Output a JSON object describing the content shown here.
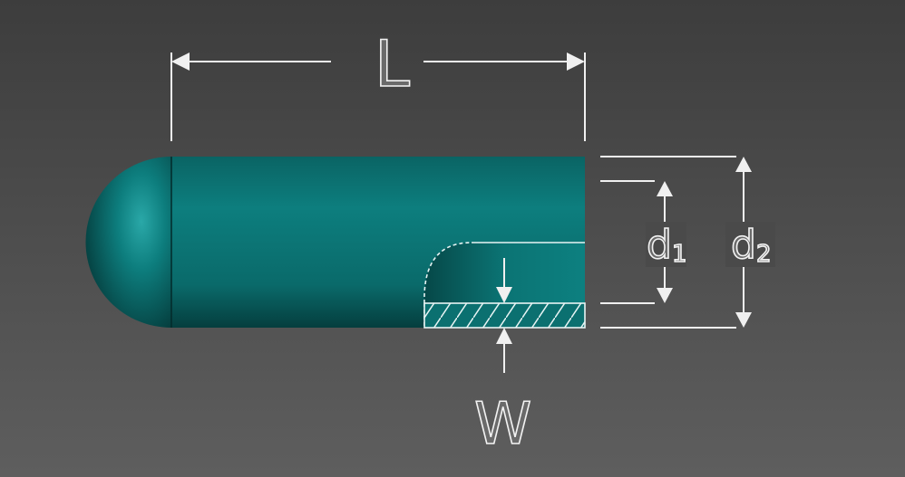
{
  "labels": {
    "length": "L",
    "inner_diameter": "d",
    "inner_diameter_sub": "1",
    "outer_diameter": "d",
    "outer_diameter_sub": "2",
    "width": "W"
  },
  "colors": {
    "body": "#0c7a7a",
    "background": "#4d4d4d",
    "annotation": "#f0f0f0"
  }
}
